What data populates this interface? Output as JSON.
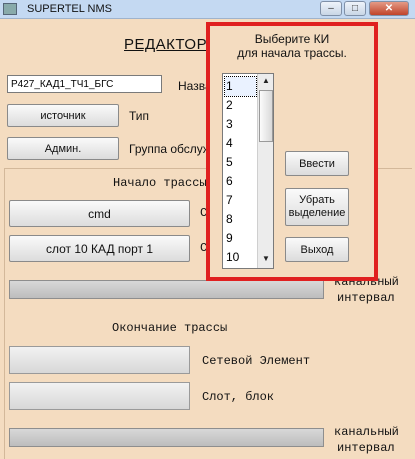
{
  "window": {
    "title": "SUPERTEL NMS",
    "controls": {
      "minimize": "–",
      "maximize": "□",
      "close": "✕"
    }
  },
  "main": {
    "heading": "РЕДАКТОР Т",
    "name_value": "Р427_КАД1_ТЧ1_БГС",
    "name_label": "Назва",
    "source_button": "источник",
    "type_label": "Тип",
    "admin_button": "Админ.",
    "group_label": "Группа обслуж",
    "start_section": "Начало трассы",
    "cmd_button": "cmd",
    "se_partial": "Се",
    "slot_button": "слот 10 КАД порт 1",
    "slot_partial": "С",
    "channel_label_1a": "канальный",
    "channel_label_1b": "интервал",
    "end_section": "Окончание трассы",
    "network_element_label": "Сетевой Элемент",
    "slot_block_label": "Слот, блок",
    "channel_label_2a": "канальный",
    "channel_label_2b": "интервал"
  },
  "popup": {
    "title_line1": "Выберите КИ",
    "title_line2": "для начала трассы.",
    "items": [
      "1",
      "2",
      "3",
      "4",
      "5",
      "6",
      "7",
      "8",
      "9",
      "10"
    ],
    "selected": "1",
    "enter_button": "Ввести",
    "clear_button_line1": "Убрать",
    "clear_button_line2": "выделение",
    "exit_button": "Выход"
  },
  "colors": {
    "background": "#f4dcc0",
    "highlight_border": "#e02020"
  }
}
